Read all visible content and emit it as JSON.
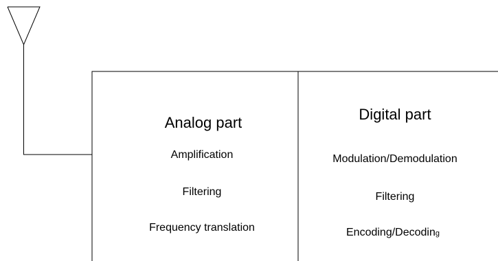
{
  "analog": {
    "title": "Analog part",
    "items": [
      "Amplification",
      "Filtering",
      "Frequency translation"
    ]
  },
  "digital": {
    "title": "Digital part",
    "items": [
      "Modulation/Demodulation",
      "Filtering",
      "Encoding/Decodin",
      "g"
    ]
  },
  "colors": {
    "line": "#000000",
    "background": "#ffffff"
  }
}
